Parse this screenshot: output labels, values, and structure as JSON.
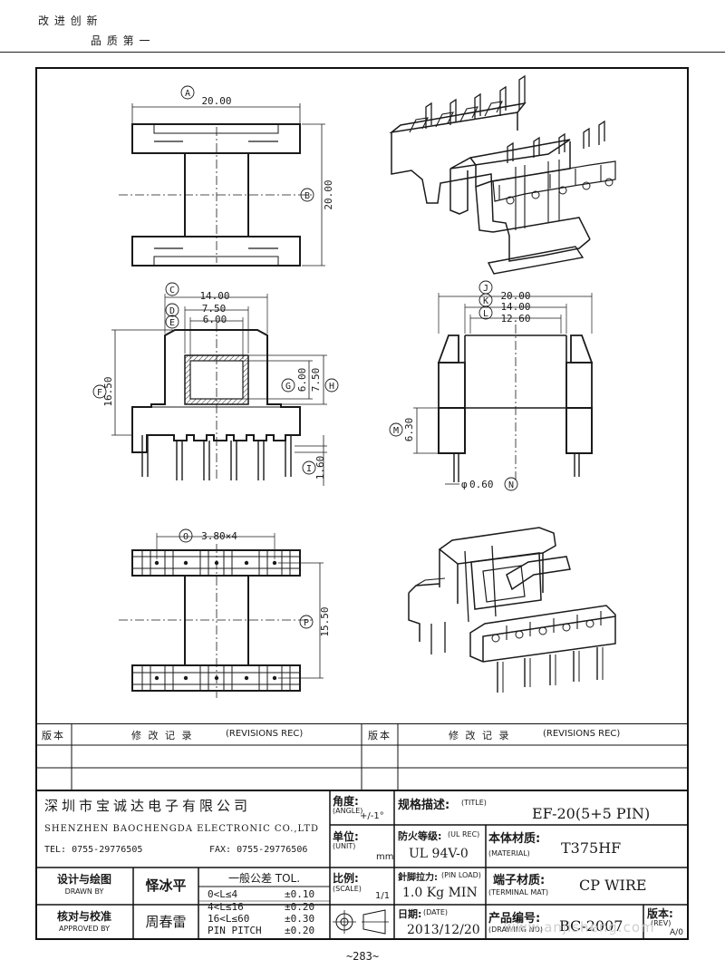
{
  "header": {
    "slogan_line1": "改 进 创 新",
    "slogan_line2": "品 质 第 一"
  },
  "drawing": {
    "dims": {
      "A": "20.00",
      "B": "20.00",
      "C": "14.00",
      "D": "7.50",
      "E": "6.00",
      "F": "16.50",
      "G": "6.00",
      "H": "7.50",
      "I": "1.60",
      "J": "20.00",
      "K": "14.00",
      "L": "12.60",
      "M": "6.30",
      "N": "0.60",
      "O": "3.80×4",
      "P": "15.50"
    },
    "dim_markers": [
      "A",
      "B",
      "C",
      "D",
      "E",
      "F",
      "G",
      "H",
      "I",
      "J",
      "K",
      "L",
      "M",
      "N",
      "O",
      "P"
    ],
    "phi_prefix": "φ"
  },
  "revisions": {
    "left_version_label": "版本",
    "left_record_label": "修 改 记 录",
    "left_record_en": "(REVISIONS REC)",
    "right_version_label": "版本",
    "right_record_label": "修 改 记 录",
    "right_record_en": "(REVISIONS REC)"
  },
  "company": {
    "name_zh": "深圳市宝诚达电子有限公司",
    "name_en": "SHENZHEN BAOCHENGDA ELECTRONIC CO.,LTD",
    "tel": "TEL: 0755-29776505",
    "fax": "FAX: 0755-29776506"
  },
  "title_block": {
    "angle_label": "角度:",
    "angle_en": "(ANGLE)",
    "angle_value": "+/-1°",
    "title_label": "规格描述:",
    "title_en": "(TITLE)",
    "title_value": "EF-20(5+5 PIN)",
    "unit_label": "单位:",
    "unit_en": "(UNIT)",
    "unit_value": "mm",
    "ul_label": "防火等级:",
    "ul_en": "(UL REC)",
    "ul_value": "UL 94V-0",
    "material_label": "本体材质:",
    "material_en": "(MATERIAL)",
    "material_value": "T375HF",
    "drawn_label": "设计与绘图",
    "drawn_en": "DRAWN BY",
    "drawn_value": "怿冰平",
    "tolerance_label": "一般公差 TOL.",
    "tol_rows": [
      {
        "range": "0<L≤4",
        "value": "±0.10"
      },
      {
        "range": "4<L≤16",
        "value": "±0.20"
      },
      {
        "range": "16<L≤60",
        "value": "±0.30"
      },
      {
        "range": "PIN PITCH",
        "value": "±0.20"
      }
    ],
    "scale_label": "比例:",
    "scale_en": "(SCALE)",
    "scale_value": "1/1",
    "pinload_label": "針脚拉力:",
    "pinload_en": "(PIN LOAD)",
    "pinload_value": "1.0 Kg MIN",
    "terminal_label": "端子材质:",
    "terminal_en": "(TERMINAL MAT)",
    "terminal_value": "CP WIRE",
    "approved_label": "核对与校准",
    "approved_en": "APPROVED BY",
    "approved_value": "周春雷",
    "date_label": "日期:",
    "date_en": "(DATE)",
    "date_value": "2013/12/20",
    "drawing_no_label": "产品编号:",
    "drawing_no_en": "(DRAWING NO)",
    "drawing_no_value": "BC-2007",
    "rev_label": "版本:",
    "rev_en": "(REV)",
    "rev_value": "A/0"
  },
  "footer": {
    "page_number": "~283~",
    "watermark": "www.anjisheng.com"
  }
}
